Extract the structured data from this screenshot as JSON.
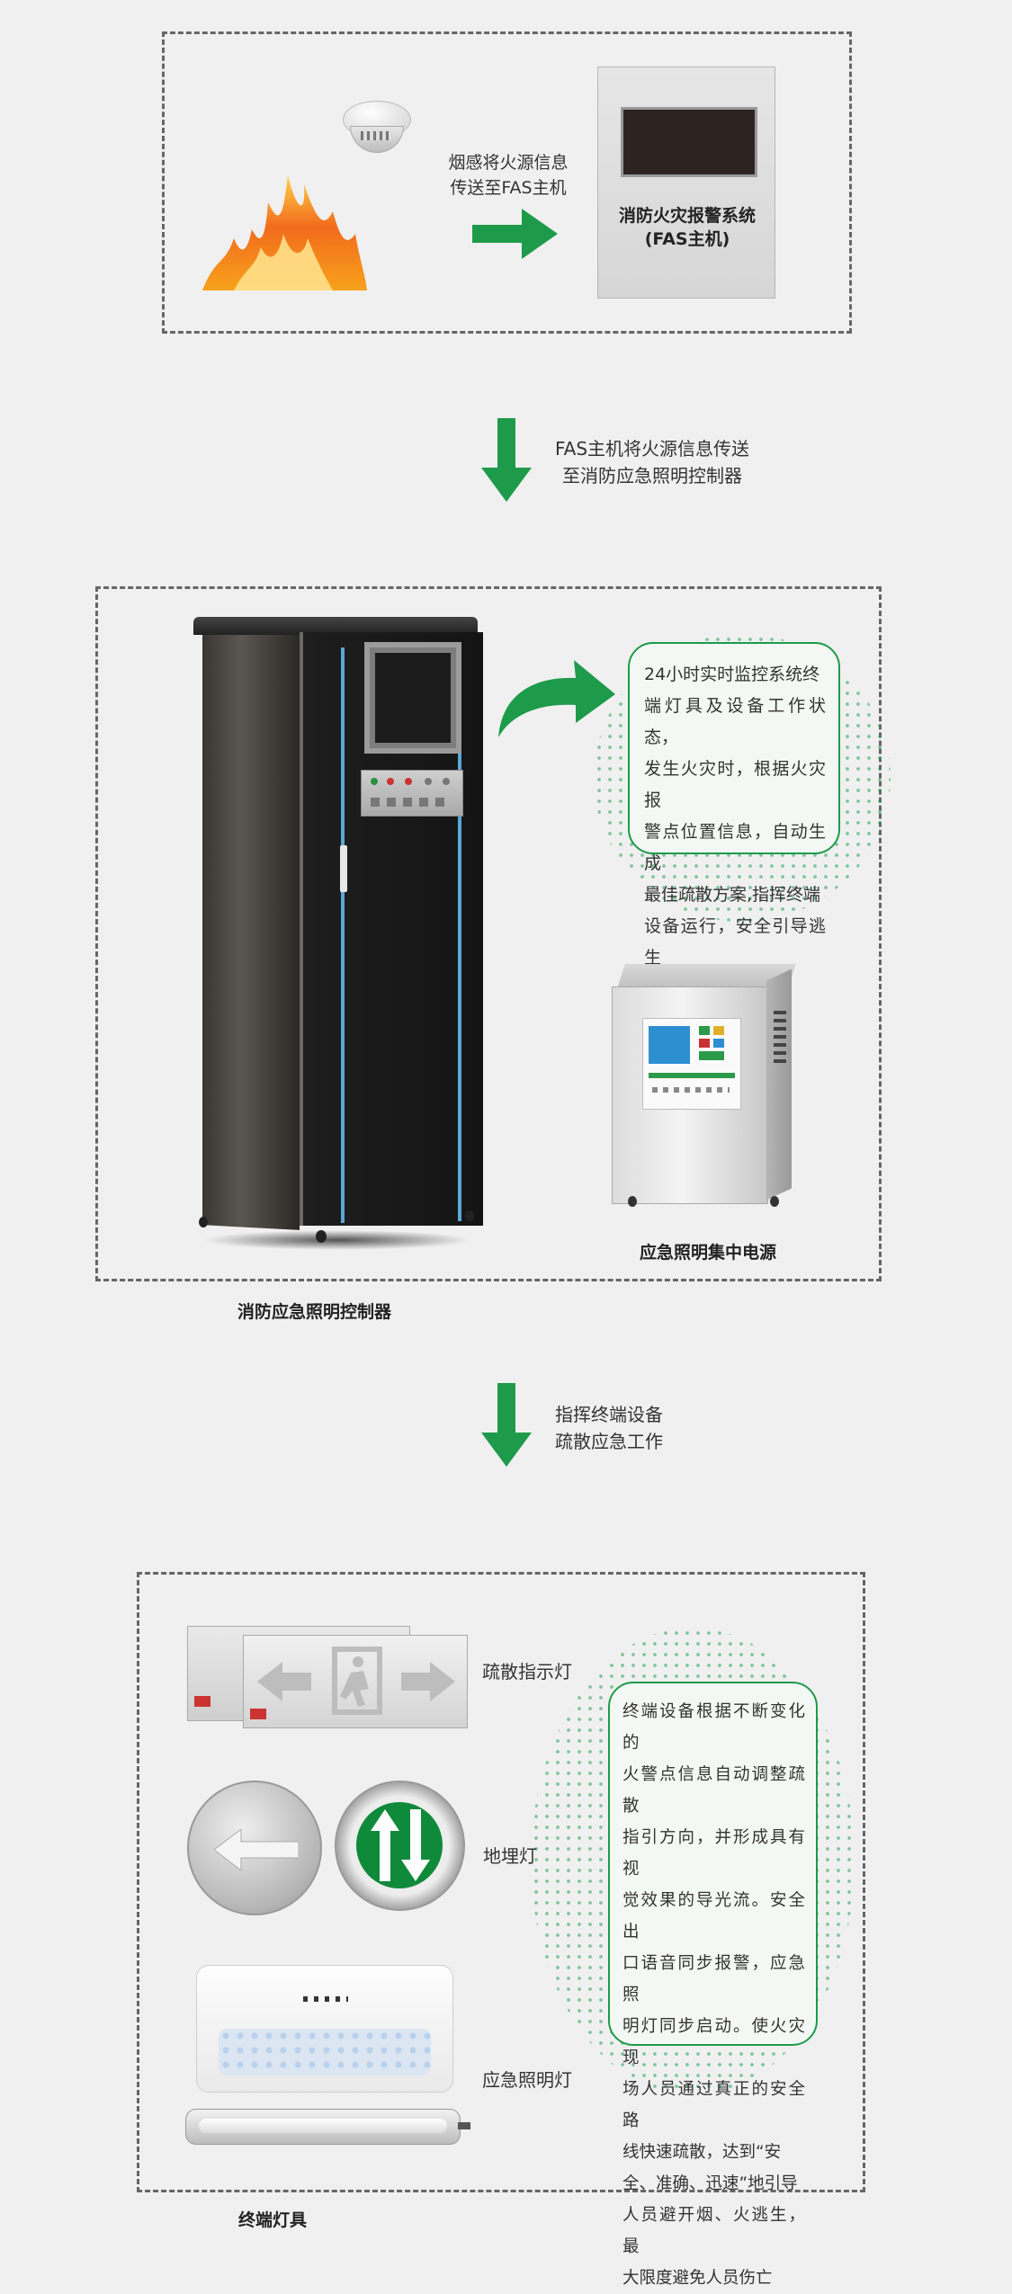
{
  "section1": {
    "smoke_caption_line1": "烟感将火源信息",
    "smoke_caption_line2": "传送至FAS主机",
    "fas_label_line1": "消防火灾报警系统",
    "fas_label_line2": "(FAS主机)"
  },
  "flow1": {
    "line1": "FAS主机将火源信息传送",
    "line2": "至消防应急照明控制器"
  },
  "section2": {
    "description_lines": [
      "24小时实时监控系统终",
      "端灯具及设备工作状态，",
      "发生火灾时，根据火灾报",
      "警点位置信息，自动生成",
      "最佳疏散方案,指挥终端",
      "设备运行，安全引导逃生"
    ],
    "power_label": "应急照明集中电源",
    "controller_label": "消防应急照明控制器"
  },
  "flow2": {
    "line1": "指挥终端设备",
    "line2": "疏散应急工作"
  },
  "section3": {
    "sign_label": "疏散指示灯",
    "floor_label": "地埋灯",
    "emergency_label": "应急照明灯",
    "description_lines": [
      "终端设备根据不断变化的",
      "火警点信息自动调整疏散",
      "指引方向，并形成具有视",
      "觉效果的导光流。安全出",
      "口语音同步报警，应急照",
      "明灯同步启动。使火灾现",
      "场人员通过真正的安全路",
      "线快速疏散，达到“安",
      "全、准确、迅速”地引导",
      "人员避开烟、火逃生，最",
      "大限度避免人员伤亡"
    ],
    "terminal_label": "终端灯具"
  },
  "colors": {
    "accent_green": "#1e9a4b",
    "dashed_border": "#666666"
  }
}
